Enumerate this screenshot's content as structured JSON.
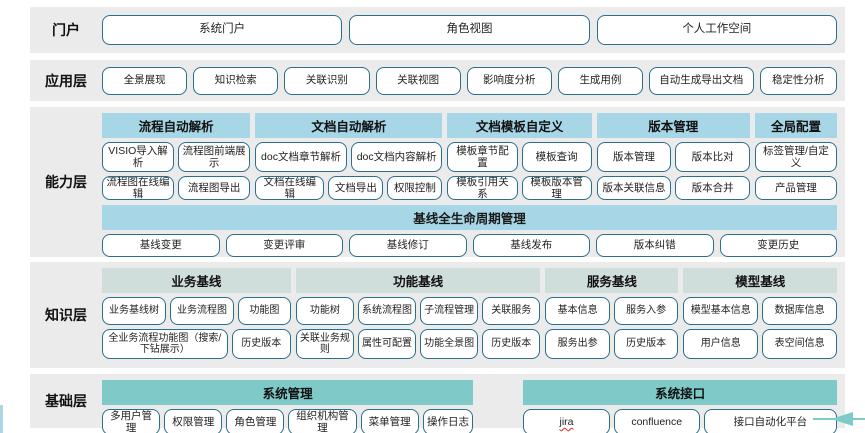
{
  "portal": {
    "label": "门户",
    "buttons": [
      "系统门户",
      "角色视图",
      "个人工作空间"
    ]
  },
  "application": {
    "label": "应用层",
    "buttons": [
      "全景展现",
      "知识检索",
      "关联识别",
      "关联视图",
      "影响度分析",
      "生成用例",
      "自动生成导出文档",
      "稳定性分析"
    ]
  },
  "capability": {
    "label": "能力层",
    "groups": [
      {
        "header": "流程自动解析",
        "row1": [
          "VISIO导入解析",
          "流程图前端展示"
        ],
        "row2": [
          "流程图在线编辑",
          "流程图导出"
        ]
      },
      {
        "header": "文档自动解析",
        "row1": [
          "doc文档章节解析",
          "doc文档内容解析"
        ],
        "row2": [
          "文档在线编辑",
          "文档导出",
          "权限控制"
        ]
      },
      {
        "header": "文档模板自定义",
        "row1": [
          "模板章节配置",
          "模板查询"
        ],
        "row2": [
          "模板引用关系",
          "模板版本管理"
        ]
      },
      {
        "header": "版本管理",
        "row1": [
          "版本管理",
          "版本比对"
        ],
        "row2": [
          "版本关联信息",
          "版本合并"
        ]
      },
      {
        "header": "全局配置",
        "row1": [
          "标签管理/自定义"
        ],
        "row2": [
          "产品管理"
        ]
      }
    ],
    "baseline": {
      "header": "基线全生命周期管理",
      "buttons": [
        "基线变更",
        "变更评审",
        "基线修订",
        "基线发布",
        "版本纠错",
        "变更历史"
      ]
    }
  },
  "knowledge": {
    "label": "知识层",
    "groups": [
      {
        "header": "业务基线",
        "row1": [
          "业务基线树",
          "业务流程图",
          "功能图"
        ],
        "row2": [
          "全业务流程功能图（搜索/下钻展示）",
          "历史版本"
        ]
      },
      {
        "header": "功能基线",
        "row1": [
          "功能树",
          "系统流程图",
          "子流程管理",
          "关联服务"
        ],
        "row2": [
          "关联业务规则",
          "属性可配置",
          "功能全景图",
          "历史版本"
        ]
      },
      {
        "header": "服务基线",
        "row1": [
          "基本信息",
          "服务入参"
        ],
        "row2": [
          "服务出参",
          "历史版本"
        ]
      },
      {
        "header": "模型基线",
        "row1": [
          "模型基本信息",
          "数据库信息"
        ],
        "row2": [
          "用户信息",
          "表空间信息"
        ]
      }
    ]
  },
  "base": {
    "label": "基础层",
    "groups": [
      {
        "header": "系统管理",
        "buttons": [
          "多用户管理",
          "权限管理",
          "角色管理",
          "组织机构管理",
          "菜单管理",
          "操作日志"
        ]
      },
      {
        "header": "系统接口",
        "buttons": [
          "jira",
          "confluence",
          "接口自动化平台"
        ]
      }
    ]
  },
  "colors": {
    "band_bg": "#ebebeb",
    "button_border": "#2b6e8e",
    "capability_header_bg": "#a7d6e7",
    "knowledge_header_bg": "#cfdedb",
    "base_header_bg": "#7fcac8",
    "jira_underline": "#e03a3a",
    "accent_arrow": "#7fcbc8"
  }
}
